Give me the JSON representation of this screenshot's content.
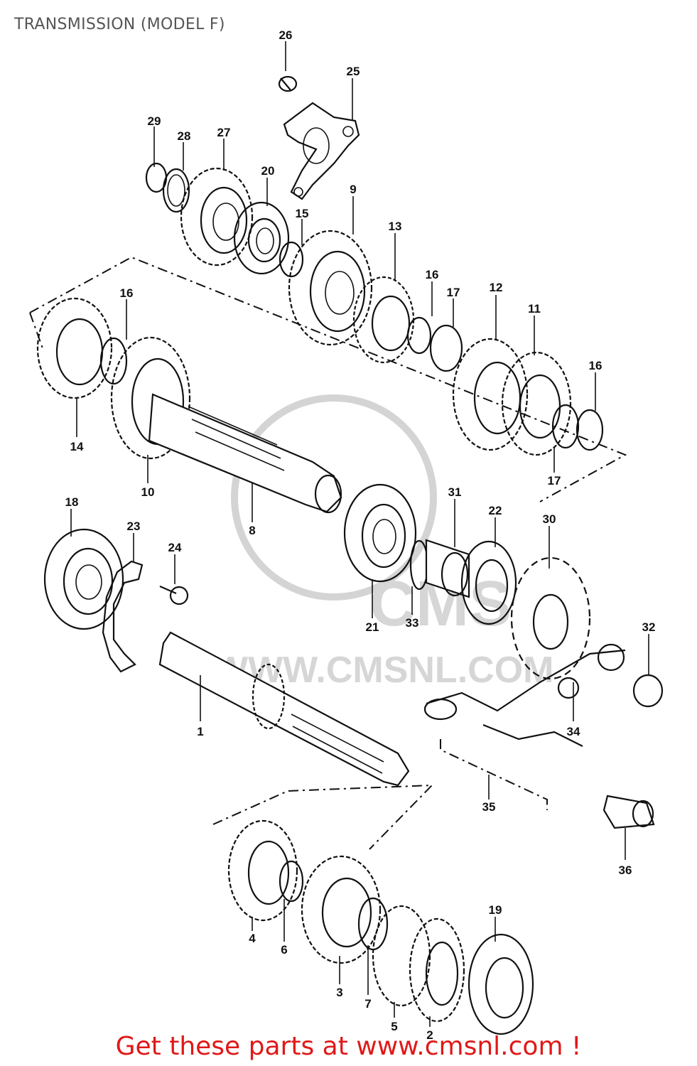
{
  "header": {
    "title": "TRANSMISSION (MODEL F)"
  },
  "footer": {
    "text": "Get these parts at www.cmsnl.com !"
  },
  "watermark": {
    "logo": "CMS",
    "url": "WWW.CMSNL.COM"
  },
  "colors": {
    "footer": "#e01818",
    "title": "#555555",
    "lines": "#111111",
    "watermark": "#d6d6d6"
  },
  "callouts": [
    {
      "id": "c26",
      "label": "26"
    },
    {
      "id": "c25",
      "label": "25"
    },
    {
      "id": "c29",
      "label": "29"
    },
    {
      "id": "c28",
      "label": "28"
    },
    {
      "id": "c27",
      "label": "27"
    },
    {
      "id": "c20",
      "label": "20"
    },
    {
      "id": "c9",
      "label": "9"
    },
    {
      "id": "c15",
      "label": "15"
    },
    {
      "id": "c13",
      "label": "13"
    },
    {
      "id": "c16a",
      "label": "16"
    },
    {
      "id": "c17a",
      "label": "17"
    },
    {
      "id": "c12",
      "label": "12"
    },
    {
      "id": "c11",
      "label": "11"
    },
    {
      "id": "c16b",
      "label": "16"
    },
    {
      "id": "c16c",
      "label": "16"
    },
    {
      "id": "c14",
      "label": "14"
    },
    {
      "id": "c10",
      "label": "10"
    },
    {
      "id": "c17b",
      "label": "17"
    },
    {
      "id": "c8",
      "label": "8"
    },
    {
      "id": "c18",
      "label": "18"
    },
    {
      "id": "c23",
      "label": "23"
    },
    {
      "id": "c24",
      "label": "24"
    },
    {
      "id": "c31",
      "label": "31"
    },
    {
      "id": "c22",
      "label": "22"
    },
    {
      "id": "c30",
      "label": "30"
    },
    {
      "id": "c21",
      "label": "21"
    },
    {
      "id": "c33",
      "label": "33"
    },
    {
      "id": "c32",
      "label": "32"
    },
    {
      "id": "c1",
      "label": "1"
    },
    {
      "id": "c34",
      "label": "34"
    },
    {
      "id": "c35",
      "label": "35"
    },
    {
      "id": "c36",
      "label": "36"
    },
    {
      "id": "c19",
      "label": "19"
    },
    {
      "id": "c4",
      "label": "4"
    },
    {
      "id": "c6",
      "label": "6"
    },
    {
      "id": "c3",
      "label": "3"
    },
    {
      "id": "c7",
      "label": "7"
    },
    {
      "id": "c5",
      "label": "5"
    },
    {
      "id": "c2",
      "label": "2"
    }
  ]
}
